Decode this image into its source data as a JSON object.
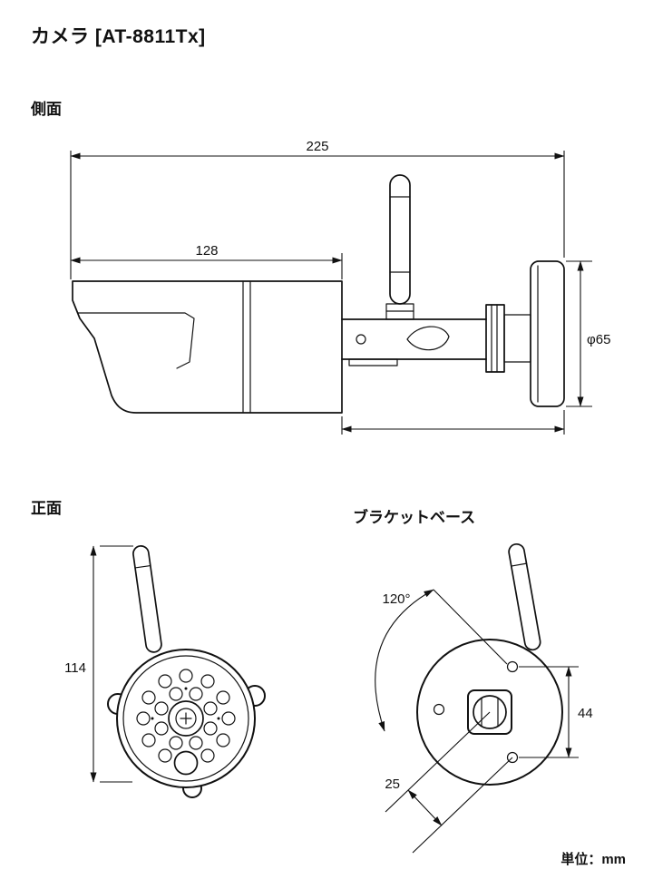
{
  "title": "カメラ [AT-8811Tx]",
  "unit_label": "単位：mm",
  "views": {
    "side": {
      "label": "側面",
      "dimensions": {
        "overall_length": "225",
        "body_length": "128",
        "base_diameter": "φ65"
      }
    },
    "front": {
      "label": "正面",
      "dimensions": {
        "height": "114"
      }
    },
    "bracket_base": {
      "label": "ブラケットベース",
      "dimensions": {
        "screw_hole_angle": "120°",
        "screw_hole_pitch": "44",
        "screw_hole_offset": "25"
      }
    }
  }
}
